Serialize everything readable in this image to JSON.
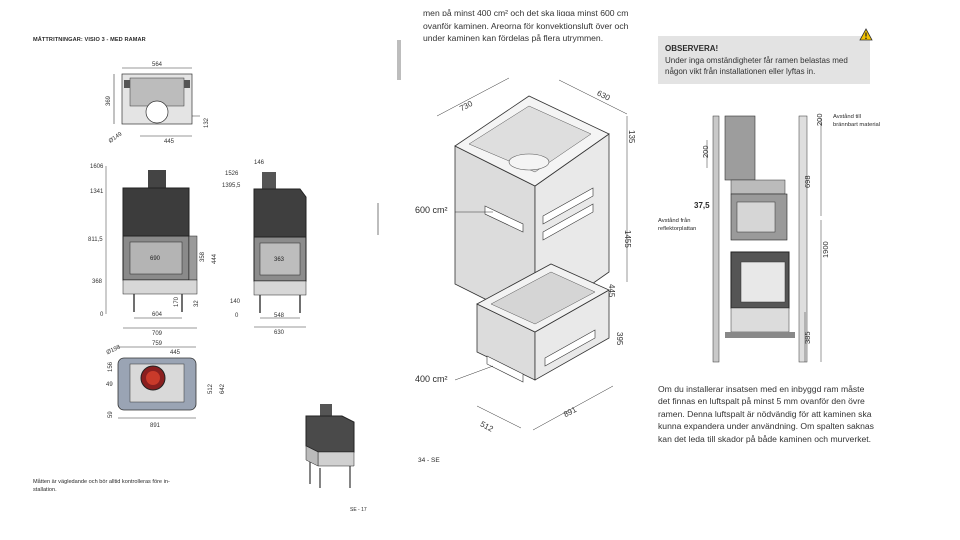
{
  "left_page": {
    "heading": "MÅTTRITNINGAR: VISIO 3 - MED RAMAR",
    "top_view": {
      "w": "564",
      "h": "369",
      "dia": "Ø149",
      "d1": "445",
      "d2": "132"
    },
    "front_view": {
      "h1": "1606",
      "h2": "1341",
      "h3": "811,5",
      "h4": "368",
      "zero": "0",
      "glass": "690",
      "glass_h": "358",
      "r1": "444",
      "b1": "170",
      "b2": "32",
      "w1": "604",
      "w2": "709"
    },
    "side_view": {
      "t1": "146",
      "h1": "1526",
      "h2": "1395,5",
      "v1": "363",
      "h3": "140",
      "zero": "0",
      "d1": "548",
      "d2": "630"
    },
    "plan_view": {
      "dia": "Ø198",
      "w1": "759",
      "w2": "445",
      "l1": "156",
      "l2": "49",
      "l3": "59",
      "h1": "512",
      "h2": "642",
      "w3": "891"
    },
    "note": "Måtten är vägledande och bör alltid kontrolleras före in-stallation.",
    "page_number": "SE - 17"
  },
  "right_page": {
    "intro_line1": "men på minst 400 cm² och det ska ligga minst 600 cm",
    "intro_line2": "ovanför kaminen. Areorna för konvektionsluft över och",
    "intro_line3": "under kaminen kan fördelas på flera utrymmen.",
    "enclosure": {
      "dim_a": "730",
      "dim_b": "630",
      "dim_c": "135",
      "dim_d": "1455",
      "dim_e": "445",
      "dim_f": "395",
      "dim_g": "512",
      "dim_h": "891",
      "label_top": "600 cm²",
      "label_bottom": "400 cm²"
    },
    "warning": {
      "title": "OBSERVERA!",
      "body": "Under inga omständigheter får ramen belastas med någon vikt från installationen eller lyftas in."
    },
    "section": {
      "d200a": "200",
      "d200b": "200",
      "d698": "698",
      "d37": "37,5",
      "d1900": "1900",
      "d385": "385",
      "label_right": "Avstånd till brännbart material",
      "label_left": "Avstånd från reflektorplattan"
    },
    "body_lines": [
      "Om du installerar insatsen med en inbyggd ram måste",
      "det finnas en luftspalt på minst 5 mm ovanför den övre",
      "ramen. Denna luftspalt är nödvändig för att kaminen ska",
      "kunna expandera under användning. Om spalten saknas",
      "kan det leda till skador på både kaminen och murverket."
    ],
    "page_number": "34 - SE"
  }
}
